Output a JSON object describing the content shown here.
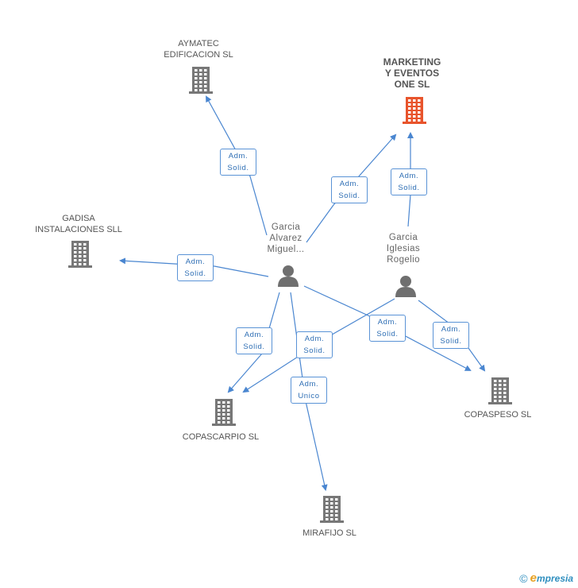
{
  "colors": {
    "edge": "#4a86d0",
    "company": "#777777",
    "company_highlight": "#e8542c",
    "person": "#6f6f6f"
  },
  "companies": [
    {
      "id": "aymatec",
      "label": "AYMATEC\nEDIFICACION SL",
      "highlight": false
    },
    {
      "id": "marketing",
      "label": "MARKETING\nY EVENTOS\nONE SL",
      "highlight": true
    },
    {
      "id": "gadisa",
      "label": "GADISA\nINSTALACIONES SLL",
      "highlight": false
    },
    {
      "id": "copascarpio",
      "label": "COPASCARPIO SL",
      "highlight": false
    },
    {
      "id": "copaspeso",
      "label": "COPASPESO SL",
      "highlight": false
    },
    {
      "id": "mirafijo",
      "label": "MIRAFIJO SL",
      "highlight": false
    }
  ],
  "persons": [
    {
      "id": "garcia_alvarez",
      "label": "Garcia\nAlvarez\nMiguel..."
    },
    {
      "id": "garcia_iglesias",
      "label": "Garcia\nIglesias\nRogelio"
    }
  ],
  "relations": [
    {
      "id": "r1",
      "from": "garcia_alvarez",
      "to": "aymatec",
      "label": "Adm.\nSolid."
    },
    {
      "id": "r2",
      "from": "garcia_alvarez",
      "to": "marketing",
      "label": "Adm.\nSolid."
    },
    {
      "id": "r3",
      "from": "garcia_iglesias",
      "to": "marketing",
      "label": "Adm.\nSolid."
    },
    {
      "id": "r4",
      "from": "garcia_alvarez",
      "to": "gadisa",
      "label": "Adm.\nSolid."
    },
    {
      "id": "r5",
      "from": "garcia_alvarez",
      "to": "copascarpio",
      "label": "Adm.\nSolid."
    },
    {
      "id": "r6",
      "from": "garcia_iglesias",
      "to": "copascarpio",
      "label": "Adm.\nSolid."
    },
    {
      "id": "r7",
      "from": "garcia_alvarez",
      "to": "mirafijo",
      "label": "Adm.\nUnico"
    },
    {
      "id": "r8",
      "from": "garcia_alvarez",
      "to": "copaspeso",
      "label": "Adm.\nSolid."
    },
    {
      "id": "r9",
      "from": "garcia_iglesias",
      "to": "copaspeso",
      "label": "Adm.\nSolid."
    }
  ],
  "footer": {
    "copyright": "©",
    "brand_initial": "e",
    "brand_rest": "mpresia"
  }
}
